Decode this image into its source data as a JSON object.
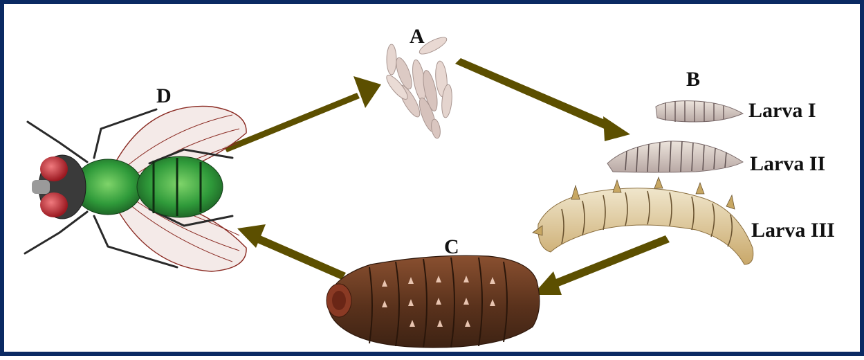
{
  "diagram": {
    "stages": {
      "eggs": {
        "label": "A"
      },
      "larvae": {
        "label": "B"
      },
      "pupa": {
        "label": "C"
      },
      "adult": {
        "label": "D"
      }
    },
    "larva_labels": [
      "Larva I",
      "Larva II",
      "Larva III"
    ],
    "colors": {
      "border": "#0a2a63",
      "arrow": "#5c4f00",
      "fly_body": "#2f9a3a",
      "fly_eye": "#c8262d",
      "egg": "#e6d6d0",
      "larva": "#d9cfc4",
      "pupa": "#6b3d22"
    }
  }
}
